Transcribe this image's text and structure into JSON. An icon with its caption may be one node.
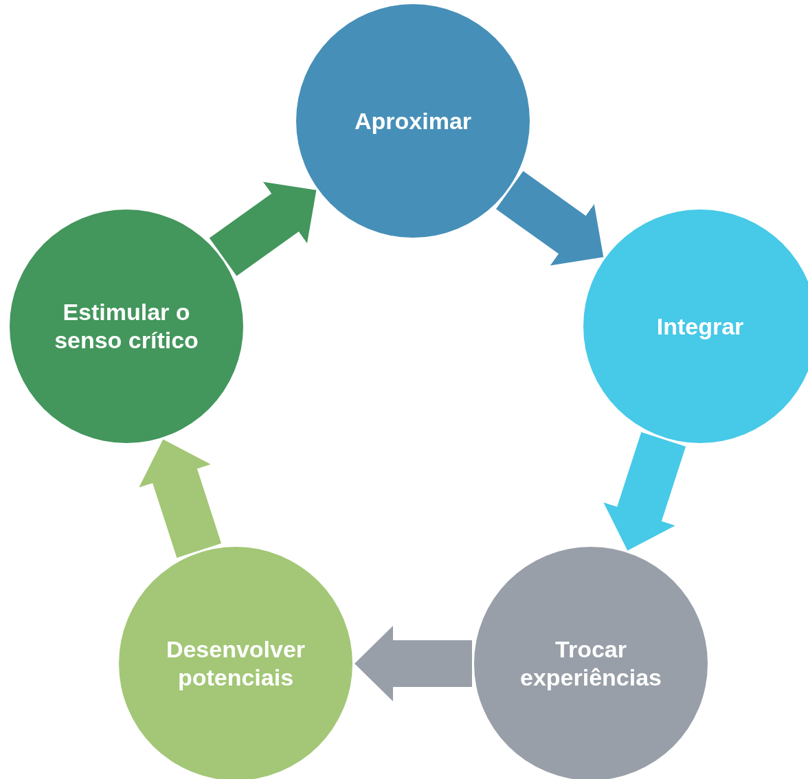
{
  "diagram": {
    "nodes": [
      {
        "text": [
          "Aproximar"
        ]
      },
      {
        "text": [
          "Integrar"
        ]
      },
      {
        "text": [
          "Trocar experiências"
        ]
      },
      {
        "text": [
          "Desenvolver potenciais"
        ]
      },
      {
        "text": [
          "Estimular o senso crítico"
        ]
      }
    ],
    "edges": [
      {
        "from": 0,
        "to": 1,
        "arrow": "to",
        "color": "#468fb8"
      },
      {
        "from": 1,
        "to": 2,
        "arrow": "to",
        "color": "#47c9e8"
      },
      {
        "from": 2,
        "to": 3,
        "arrow": "to",
        "color": "#989fa8"
      },
      {
        "from": 3,
        "to": 4,
        "arrow": "to",
        "color": "#a3c776"
      },
      {
        "from": 4,
        "to": 0,
        "arrow": "to",
        "color": "#43965c"
      }
    ]
  }
}
